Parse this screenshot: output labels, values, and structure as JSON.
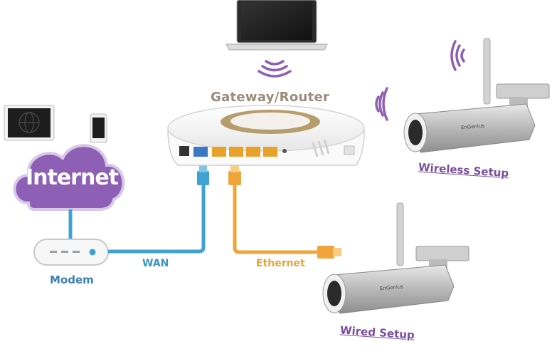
{
  "labels": {
    "gateway_router": "Gateway/Router",
    "internet": "Internet",
    "modem": "Modem",
    "wan": "WAN",
    "ethernet": "Ethernet",
    "wireless_setup": "Wireless Setup",
    "wired_setup": "Wired Setup",
    "camera_brand": "EnGenius"
  },
  "colors": {
    "cloud": "#8d5fb5",
    "wan_cable": "#3ea3d3",
    "ethernet_cable": "#f0a53a",
    "wifi_waves": "#8d5fb5",
    "link_text": "#7b4f9c",
    "router_ring": "#b79c6c"
  },
  "icons": {
    "laptop": "laptop-icon",
    "tablet": "tablet-icon",
    "phone": "phone-icon",
    "router": "router-device",
    "modem": "modem-device",
    "cloud": "cloud-icon",
    "wifi": "wifi-waves-icon",
    "camera": "ip-camera-device"
  }
}
